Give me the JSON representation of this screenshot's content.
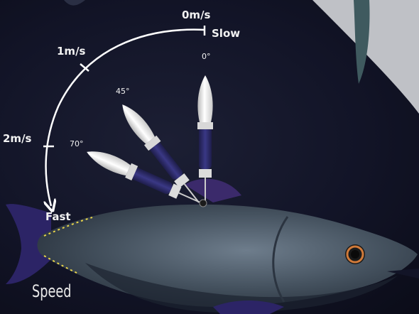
{
  "speed_scale": {
    "zero": "0m/s",
    "slow": "Slow",
    "one": "1m/s",
    "two": "2m/s",
    "fast": "Fast"
  },
  "angles": {
    "a0": "0°",
    "a45": "45°",
    "a70": "70°"
  },
  "caption": "Speed",
  "colors": {
    "background": "#121427",
    "arc": "#ffffff",
    "fin_ray": "#e8d44a",
    "tag_body": "#2e2c6a"
  },
  "icons": [
    "fish-illustration",
    "tag-float-icon",
    "fish-eye-icon"
  ]
}
